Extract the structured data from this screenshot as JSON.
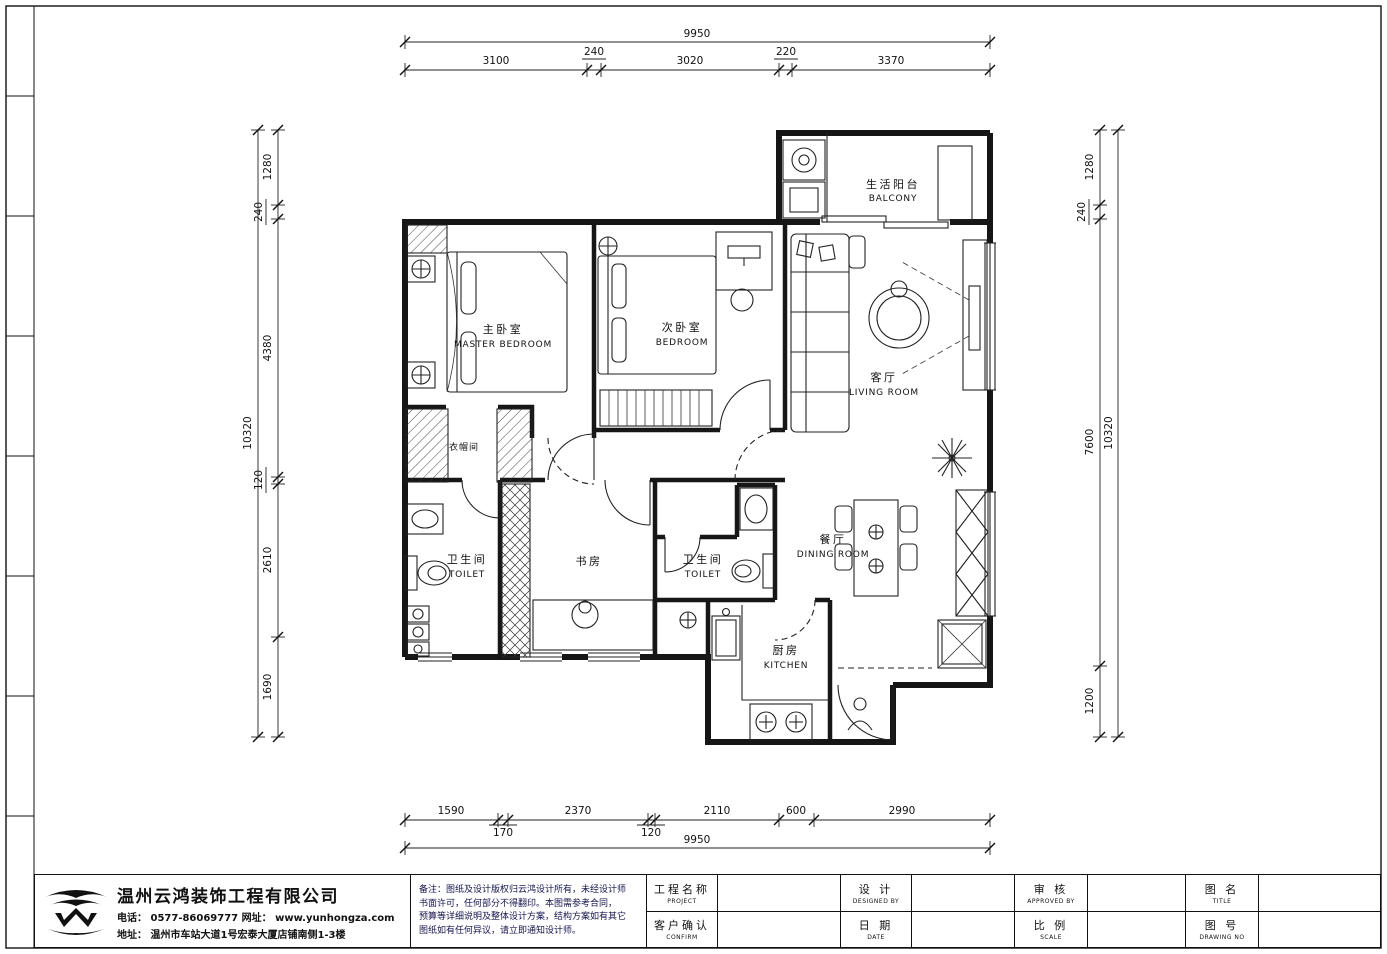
{
  "dims": {
    "top_overall": "9950",
    "top_segments": [
      "3100",
      "240",
      "3020",
      "220",
      "3370"
    ],
    "bottom_overall": "9950",
    "bottom_segments": [
      "1590",
      "170",
      "2370",
      "120",
      "2110",
      "600",
      "2990"
    ],
    "left_overall": "10320",
    "left_segments": [
      "1280",
      "240",
      "4380",
      "120",
      "2610",
      "1690"
    ],
    "right_overall": "10320",
    "right_segments": [
      "1280",
      "240",
      "7600",
      "1200"
    ]
  },
  "rooms": {
    "balcony": {
      "zh": "生活阳台",
      "en": "BALCONY"
    },
    "master": {
      "zh": "主卧室",
      "en": "MASTER BEDROOM"
    },
    "bedroom": {
      "zh": "次卧室",
      "en": "BEDROOM"
    },
    "living": {
      "zh": "客厅",
      "en": "LIVING ROOM"
    },
    "cloak": {
      "zh": "衣帽间"
    },
    "toilet1": {
      "zh": "卫生间",
      "en": "TOILET"
    },
    "study": {
      "zh": "书房"
    },
    "toilet2": {
      "zh": "卫生间",
      "en": "TOILET"
    },
    "dining": {
      "zh": "餐厅",
      "en": "DINING ROOM"
    },
    "kitchen": {
      "zh": "厨房",
      "en": "KITCHEN"
    }
  },
  "titleblock": {
    "company": {
      "name": "温州云鸿装饰工程有限公司",
      "phone": "电话： 0577-86069777 网址： www.yunhongza.com",
      "address": "地址： 温州市车站大道1号宏泰大厦店铺南侧1-3楼"
    },
    "notes": {
      "l1": "备注：图纸及设计版权归云鸿设计所有，未经设计师",
      "l2": "书面许可，任何部分不得翻印。本图需参考合同，",
      "l3": "预算等详细说明及整体设计方案，结构方案如有其它",
      "l4": "图纸如有任何异议，请立即通知设计师。"
    },
    "project": {
      "zh": "工程名称",
      "en": "PROJECT"
    },
    "confirm": {
      "zh": "客户确认",
      "en": "CONFIRM"
    },
    "design": {
      "zh": "设  计",
      "en": "DESIGNED BY"
    },
    "date": {
      "zh": "日  期",
      "en": "DATE"
    },
    "approve": {
      "zh": "审  核",
      "en": "APPROVED BY"
    },
    "scale": {
      "zh": "比  例",
      "en": "SCALE"
    },
    "dwgname": {
      "zh": "图  名",
      "en": "TITLE"
    },
    "dwgno": {
      "zh": "图  号",
      "en": "DRAWING NO"
    }
  }
}
